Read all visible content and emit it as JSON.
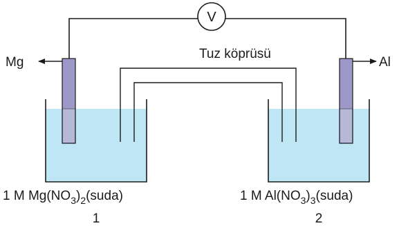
{
  "diagram": {
    "voltmeter_symbol": "V",
    "salt_bridge_label": "Tuz köprüsü",
    "left_electrode_label": "Mg",
    "right_electrode_label": "Al",
    "left_solution": {
      "prefix": "1 M Mg(NO",
      "sub1": "3",
      "mid": ")",
      "sub2": "2",
      "suffix": "(suda)"
    },
    "right_solution": {
      "prefix": "1 M Al(NO",
      "sub1": "3",
      "mid": ")",
      "sub2": "3",
      "suffix": "(suda)"
    },
    "left_cell_number": "1",
    "right_cell_number": "2"
  },
  "colors": {
    "solution": "#bfe6f5",
    "electrode": "#9d98c8",
    "line": "#1a1a1a"
  }
}
